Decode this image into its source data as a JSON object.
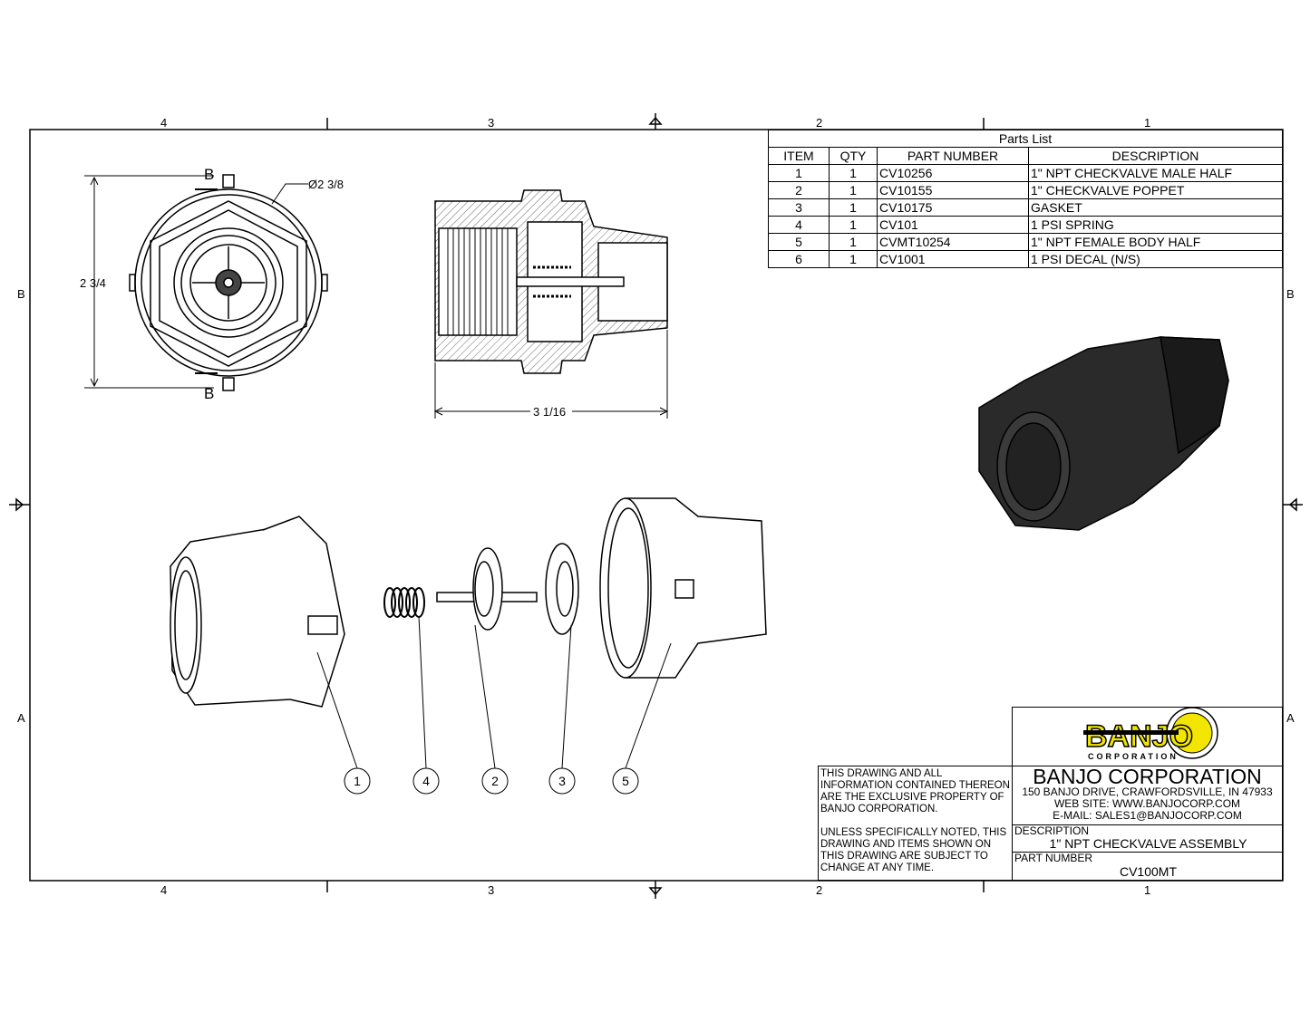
{
  "zones": {
    "top": [
      "4",
      "3",
      "2",
      "1"
    ],
    "bottom": [
      "4",
      "3",
      "2",
      "1"
    ],
    "left": [
      "B",
      "A"
    ],
    "right": [
      "B",
      "A"
    ]
  },
  "parts_list": {
    "title": "Parts List",
    "headers": [
      "ITEM",
      "QTY",
      "PART NUMBER",
      "DESCRIPTION"
    ],
    "rows": [
      [
        "1",
        "1",
        "CV10256",
        "1\" NPT CHECKVALVE MALE HALF"
      ],
      [
        "2",
        "1",
        "CV10155",
        "1\" CHECKVALVE POPPET"
      ],
      [
        "3",
        "1",
        "CV10175",
        "GASKET"
      ],
      [
        "4",
        "1",
        "CV101",
        "1 PSI SPRING"
      ],
      [
        "5",
        "1",
        "CVMT10254",
        "1\" NPT FEMALE BODY HALF"
      ],
      [
        "6",
        "1",
        "CV1001",
        "1 PSI DECAL (N/S)"
      ]
    ]
  },
  "dimensions": {
    "height": "2 3/4",
    "diameter": "Ø2 3/8",
    "length": "3 1/16",
    "section_label": "B"
  },
  "balloons": [
    "1",
    "4",
    "2",
    "3",
    "5"
  ],
  "title_block": {
    "logo_text": "BANJO",
    "logo_sub": "CORPORATION",
    "notes_1": "THIS DRAWING AND ALL INFORMATION CONTAINED THEREON ARE THE EXCLUSIVE PROPERTY OF BANJO CORPORATION.",
    "notes_2": "UNLESS SPECIFICALLY NOTED, THIS DRAWING AND ITEMS SHOWN ON THIS DRAWING ARE SUBJECT TO CHANGE AT ANY TIME.",
    "company": "BANJO CORPORATION",
    "address": "150 BANJO DRIVE, CRAWFORDSVILLE, IN 47933",
    "web": "WEB SITE: WWW.BANJOCORP.COM",
    "email": "E-MAIL: SALES1@BANJOCORP.COM",
    "description_label": "DESCRIPTION",
    "description": "1\" NPT CHECKVALVE ASSEMBLY",
    "part_number_label": "PART NUMBER",
    "part_number": "CV100MT"
  },
  "colors": {
    "logo_yellow": "#f2e600",
    "part_dark": "#1e1e1e"
  }
}
